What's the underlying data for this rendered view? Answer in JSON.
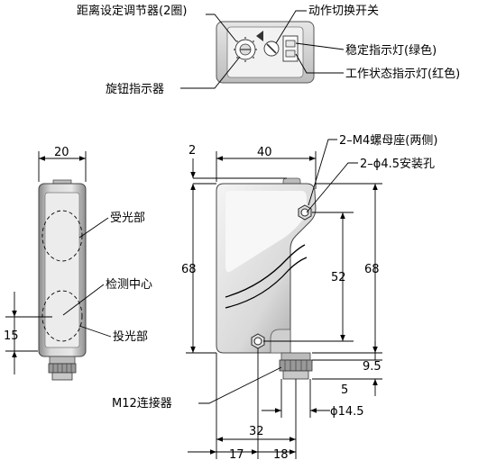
{
  "top_view": {
    "labels": {
      "distance_adjuster": "距离设定调节器(2圈)",
      "mode_switch": "动作切换开关",
      "stable_indicator": "稳定指示灯(绿色)",
      "work_indicator": "工作状态指示灯(红色)",
      "knob_indicator": "旋钮指示器"
    }
  },
  "side_view": {
    "labels": {
      "receiver": "受光部",
      "detection_center": "检测中心",
      "emitter": "投光部"
    },
    "dimensions": {
      "width": "20",
      "center_offset": "15"
    }
  },
  "front_view": {
    "labels": {
      "nut_seat": "2–M4螺母座(两侧)",
      "mount_hole": "2–ϕ4.5安装孔",
      "connector": "M12连接器"
    },
    "dimensions": {
      "top_offset": "2",
      "width": "40",
      "height_left": "68",
      "hole_pitch": "52",
      "height_right": "68",
      "bottom_offset": "9.5",
      "connector_offset": "5",
      "connector_dia": "ϕ14.5",
      "connector_x": "32",
      "left_to_center": "17",
      "center_to_right": "18"
    }
  }
}
